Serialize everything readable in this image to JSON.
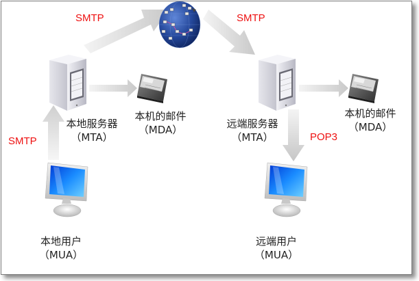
{
  "diagram": {
    "protocols": {
      "smtp_local_to_internet": "SMTP",
      "smtp_internet_to_remote": "SMTP",
      "smtp_user_to_server": "SMTP",
      "pop3": "POP3"
    },
    "nodes": {
      "local_server": {
        "name": "本地服务器",
        "role": "（MTA）",
        "icon": "server-icon"
      },
      "local_mailbox": {
        "name": "本机的邮件",
        "role": "（MDA）",
        "icon": "hard-drive-icon"
      },
      "remote_server": {
        "name": "远端服务器",
        "role": "（MTA）",
        "icon": "server-icon"
      },
      "remote_mailbox": {
        "name": "本机的邮件",
        "role": "（MDA）",
        "icon": "hard-drive-icon"
      },
      "local_user": {
        "name": "本地用户",
        "role": "（MUA）",
        "icon": "monitor-icon"
      },
      "remote_user": {
        "name": "远端用户",
        "role": "（MUA）",
        "icon": "monitor-icon"
      },
      "internet": {
        "icon": "globe-network-icon"
      }
    },
    "colors": {
      "protocol_text": "#ee1111",
      "arrow": "#d4d4d4",
      "globe": "#1f3f8f",
      "screen": "#1a8cff"
    }
  }
}
